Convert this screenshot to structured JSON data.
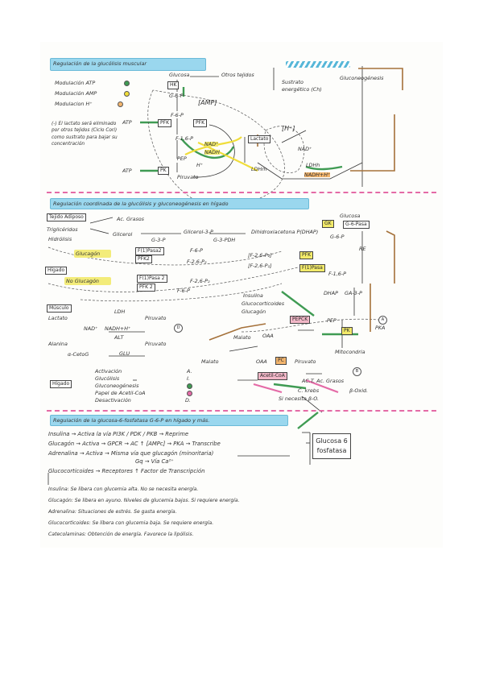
{
  "colors": {
    "cyan": "#9ad7ee",
    "yellow": "#f3ec7a",
    "pink": "#e46aa6",
    "orange": "#f3b56d",
    "green": "#3f9b53",
    "brown": "#a5713a"
  },
  "s1": {
    "title": "Regulación de la glucólisis muscular",
    "top_right": "Sustrato Gluconeogénesis",
    "mod_atp": "Modulación ATP",
    "mod_amp": "Modulación AMP",
    "mod_h": "Modulacion H⁺",
    "lactato_note": "(-) El lactato será eliminado por otros tejidos (Ciclo Cori) como sustrato para bajar su concentración",
    "glucosa": "Glucosa",
    "otros": "Otros tejidos",
    "hk": "HK",
    "g6p": "G-6-P",
    "amp": "[AMP]",
    "f6p": "F-6-P",
    "atp": "ATP",
    "pfk": "PFK",
    "pfk2": "PFK",
    "f16p": "F-1,6-P",
    "nad": "NAD⁺",
    "nadh": "NADH",
    "pep": "PEP",
    "h": "H⁺",
    "pk": "PK",
    "piruvato": "Piruvato",
    "lactato": "Lactato",
    "hbr": "[H⁺]",
    "ldhm": "LDHm",
    "ldhh": "LDHh",
    "nad2": "NAD⁺",
    "nadhh": "NADH+H⁺",
    "sustrato": "Sustrato energético (Ch)",
    "gluconeo": "Gluconeogénesis",
    "atp2": "ATP"
  },
  "s2": {
    "title": "Regulación coordinada de la glucólisis y gluconeogénesis en hígado",
    "tejido": "Tejido Adiposo",
    "trig": "Triglicéridos",
    "hidrol": "Hidrólisis",
    "acg": "Ac. Grasos",
    "glicerol": "Glicerol",
    "g3p": "Glicerol-3-P",
    "g3pdh": "G-3-PDH",
    "dhap": "Dihidroxiacetona P(DHAP)",
    "g3p2": "G-3-P",
    "glucagon": "Glucagón",
    "fib": "F(1)Pasa2",
    "pfk2b": "PFK2",
    "f6p": "F-6-P",
    "f26": "F-2,6-P₂",
    "higado": "Hígado",
    "noglu": "No Glucagón",
    "fibb": "F(1)Pasa 2",
    "pfk2c": "PFK 2",
    "f26b": "F-2,6-P₂",
    "f6pb": "F-6-P",
    "br1": "[F-2,6-P₂]",
    "br2": "[F-2,6-P₂]",
    "pfkb": "PFK",
    "fbp": "F(1)Pasa",
    "f16": "F-1,6-P",
    "g6p": "G-6-P",
    "glucosa": "Glucosa",
    "gk": "GK",
    "g6pa": "G-6-Pasa",
    "re": "RE",
    "dhap2": "DHAP",
    "ga3p": "GA-3-P",
    "insulina": "Insulina",
    "gluco": "Glucocorticoides",
    "glucagon2": "Glucagón",
    "pepck": "PEPCK",
    "pep": "PEP",
    "pk": "PK",
    "pka": "PKA",
    "musculo": "Músculo",
    "lactato": "Lactato",
    "ldh": "LDH",
    "piruvato": "Piruvato",
    "nad": "NAD⁺",
    "nadh": "NADH+H⁺",
    "alanina": "Alanina",
    "alt": "ALT",
    "piruvato2": "Piruvato",
    "acetog": "α-CetoG",
    "glu": "GLU",
    "malato": "Malato",
    "oaa": "OAA",
    "malato2": "Malato",
    "oaa2": "OAA",
    "pc": "PC",
    "piruvato3": "Piruvato",
    "mito": "Mitocondria",
    "acetil": "Acetil-CoA",
    "acgr": "AC.T. Ac. Grasos",
    "ckrebs": "C. krebs",
    "boxid": "β-Oxid.",
    "si": "Si necesita β-O.",
    "legend": [
      "Activación",
      "Glucólisis",
      "Gluconeogénesis",
      "Papel de Acetil-CoA",
      "Desactivación"
    ],
    "legend_letters": [
      "A.",
      "I.",
      "",
      "",
      " D."
    ],
    "higado2": "Hígado"
  },
  "s3": {
    "title": "Regulación de la glucosa-6-fosfatasa G-6-P en hígado y más.",
    "r1": "Insulina → Activa la vía PI3K / PDK / PKB → Reprime",
    "r2": "Glucagón → Activa → GPCR → AC ↑ [AMPc] → PKA → Transcribe",
    "r3a": "Adrenalina → Activa → Misma vía que glucagón (minoritaria)",
    "r3b": "Gq → Vía Ca²⁺",
    "r4": "Glucocorticoides → Receptores ↑ Factor de Transcripción",
    "box": "Glucosa 6 fosfatasa"
  },
  "notes": [
    "Insulina: Se libera con glucemia alta. No se necesita energía.",
    "Glucagón: Se libera en ayuno. Niveles de glucemia bajos. Si requiere energía.",
    "Adrenalina: Situaciones de estrés. Se gasta energía.",
    "Glucocorticoides: Se libera con glucemia baja. Se requiere energía.",
    "Catecolaminas: Obtención de energía. Favorece la lipólisis."
  ]
}
